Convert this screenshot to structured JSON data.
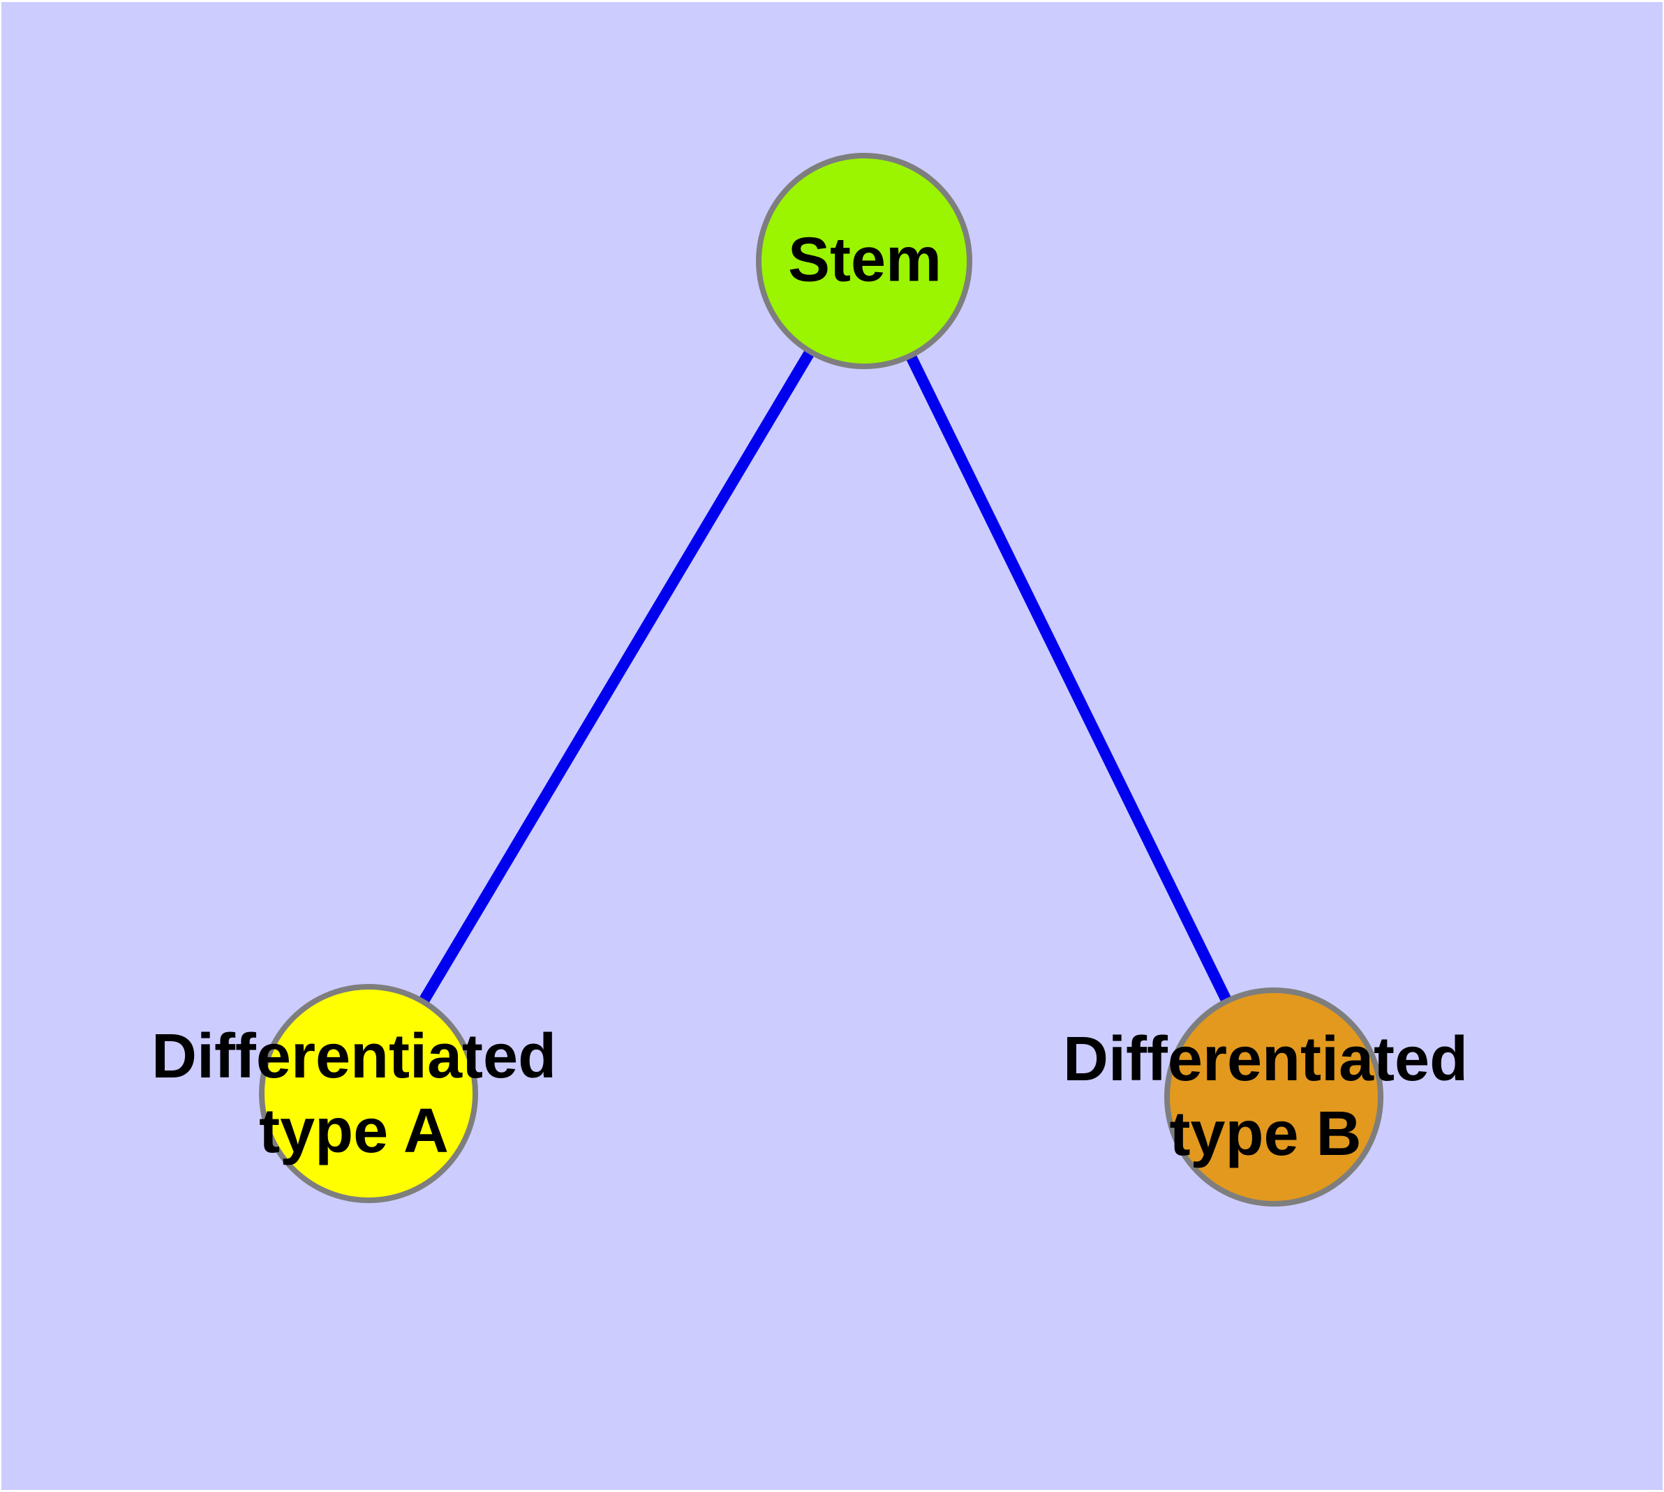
{
  "diagram": {
    "type": "node-link-graph",
    "description": "Stem cell differentiation hierarchy: a Stem node linked to two differentiated cell type nodes"
  },
  "colors": {
    "background": "#CCCCFF",
    "page_margin": "#FFFFFF",
    "edge": "#0000EE",
    "node_border": "#7E7E7E",
    "label": "#000000"
  },
  "graph": {
    "nodes": [
      {
        "id": "stem",
        "label": "Stem",
        "lines": [
          "Stem"
        ],
        "fill": "#9BF400",
        "shape": "circle"
      },
      {
        "id": "typeA",
        "label": "Differentiated type A",
        "lines": [
          "Differentiated",
          "type A"
        ],
        "fill": "#FFFF00",
        "shape": "circle"
      },
      {
        "id": "typeB",
        "label": "Differentiated type B",
        "lines": [
          "Differentiated",
          "type B"
        ],
        "fill": "#E2991E",
        "shape": "circle"
      }
    ],
    "edges": [
      {
        "from": "stem",
        "to": "typeA"
      },
      {
        "from": "stem",
        "to": "typeB"
      }
    ]
  }
}
